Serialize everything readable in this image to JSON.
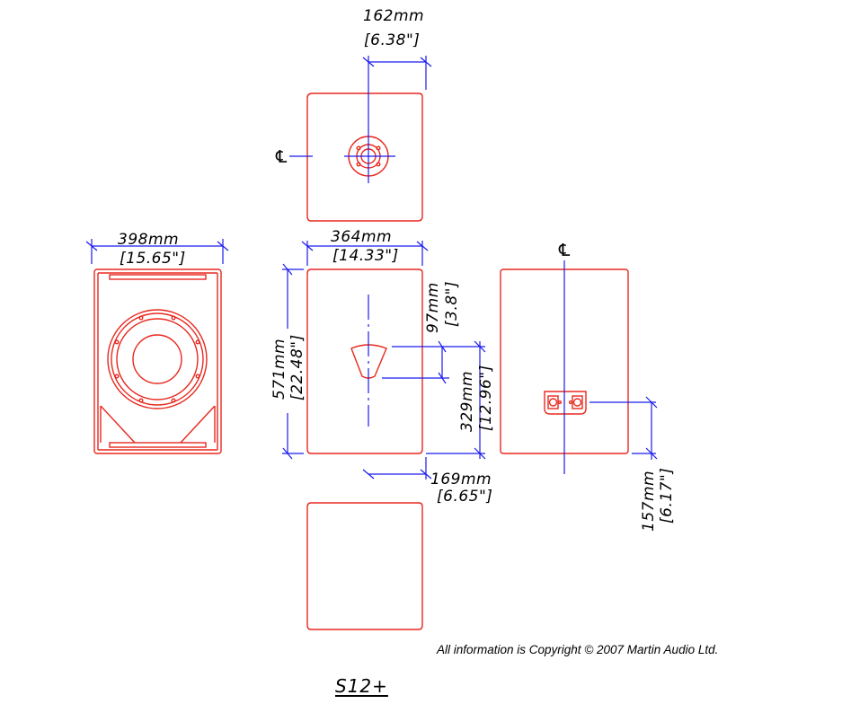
{
  "dimensions": {
    "top_offset_mm": "162mm",
    "top_offset_in": "[6.38\"]",
    "front_width_mm": "398mm",
    "front_width_in": "[15.65\"]",
    "side_width_mm": "364mm",
    "side_width_in": "[14.33\"]",
    "height_mm": "571mm",
    "height_in": "[22.48\"]",
    "pole_top_mm": "97mm",
    "pole_top_in": "[3.8\"]",
    "pole_height_mm": "329mm",
    "pole_height_in": "[12.96\"]",
    "pole_depth_mm": "169mm",
    "pole_depth_in": "[6.65\"]",
    "connector_height_mm": "157mm",
    "connector_height_in": "[6.17\"]"
  },
  "centerline_symbol": "℄",
  "copyright": "All information is Copyright © 2007 Martin Audio Ltd.",
  "model": "S12+",
  "colors": {
    "outline": "#e8281e",
    "dimension": "#1a1aee",
    "text": "#000000"
  }
}
